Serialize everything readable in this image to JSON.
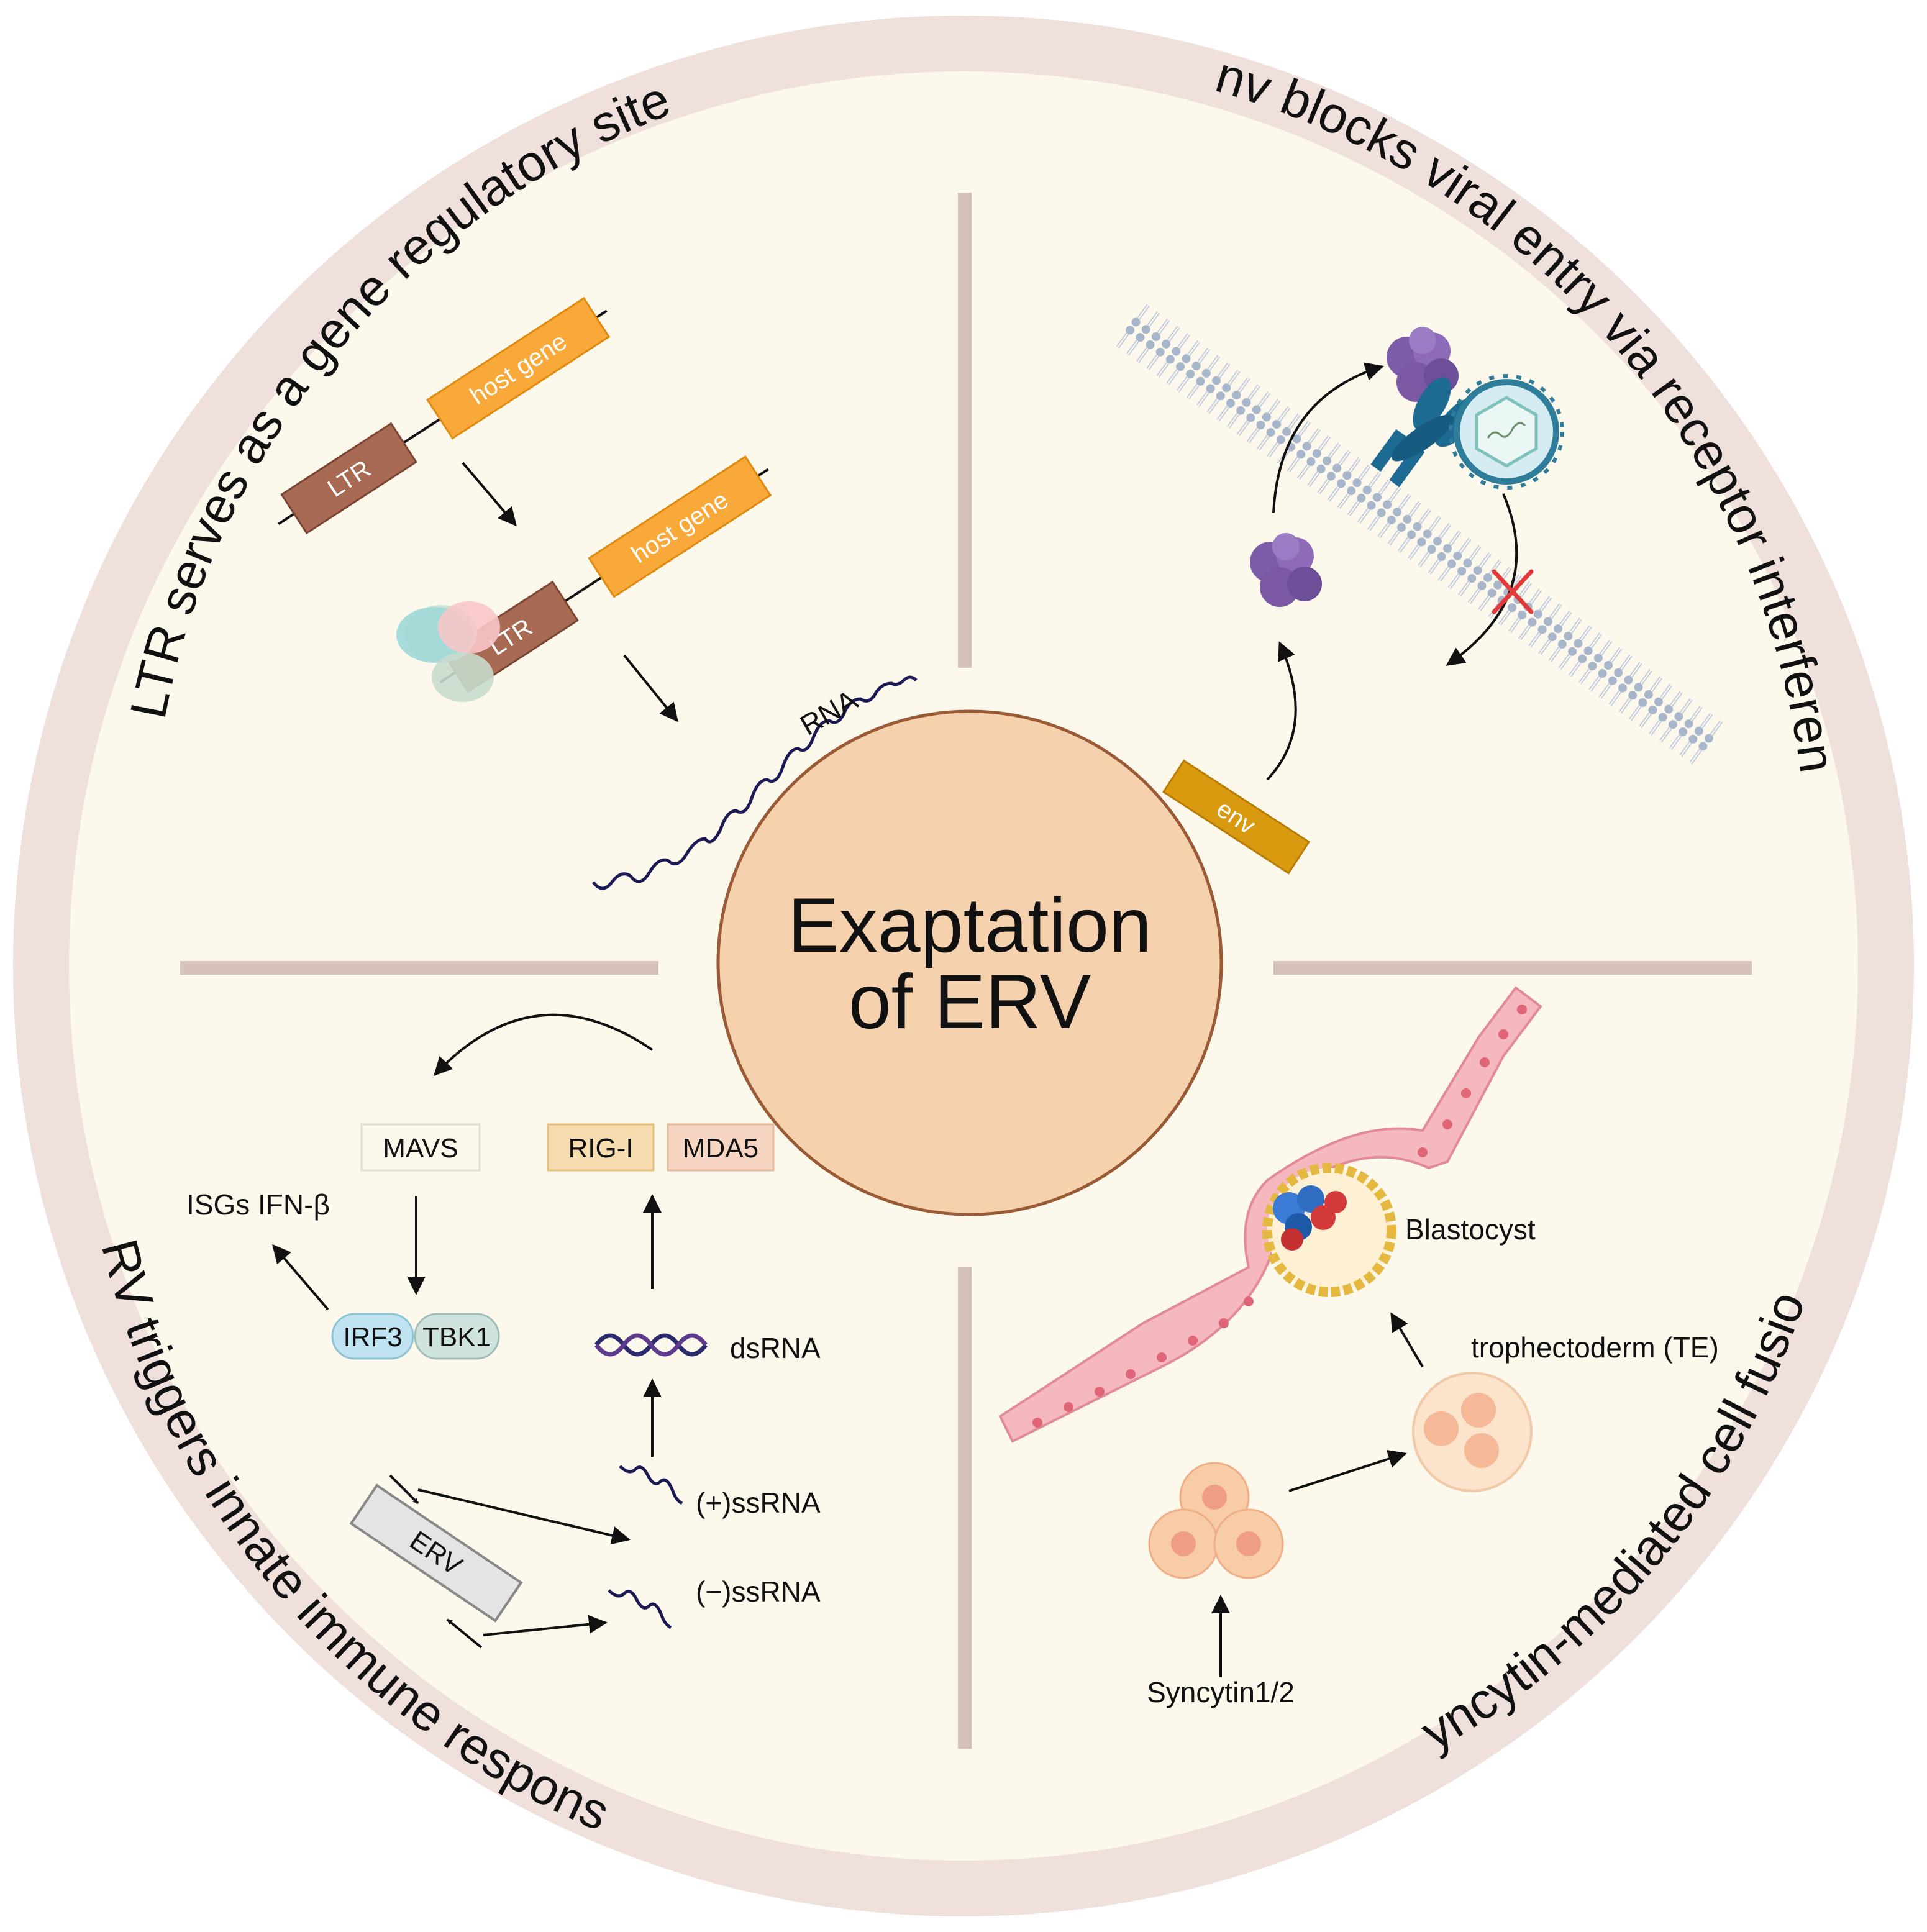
{
  "center": {
    "line1": "Exaptation",
    "line2": "of ERV"
  },
  "quadrants": {
    "top_left": {
      "title": "LTR serves as a gene regulatory site",
      "ltr_label": "LTR",
      "host_gene_label": "host gene",
      "rna_label": "RNA"
    },
    "top_right": {
      "title": "Env blocks viral entry via receptor interference",
      "env_label": "env"
    },
    "bottom_left": {
      "title": "ERV triggers innate immune response",
      "mavs": "MAVS",
      "rig_i": "RIG-I",
      "mda5": "MDA5",
      "isgs": "ISGs IFN-β",
      "irf3": "IRF3",
      "tbk1": "TBK1",
      "dsrna": "dsRNA",
      "plus_ssrna": "(+)ssRNA",
      "minus_ssrna": "(−)ssRNA",
      "erv": "ERV"
    },
    "bottom_right": {
      "title": "Syncytin-mediated cell fusion",
      "blastocyst": "Blastocyst",
      "trophectoderm": "trophectoderm (TE)",
      "syncytin": "Syncytin1/2"
    }
  },
  "colors": {
    "outer_ring": "#efe0dc",
    "disc": "#fdf8ec",
    "divider": "#d5c0ba",
    "center_fill": "#f5d1ad",
    "center_stroke": "#9a5a35",
    "ltr": "#a86a52",
    "host_gene": "#f9a93a",
    "env": "#d99a10",
    "rna": "#1c1a55",
    "membrane": "#a4b3c9",
    "protein": "#7c5ba8",
    "receptor": "#1d6b93",
    "inhibit_cross": "#e03a3a",
    "irf3": "#bfe3f0",
    "tbk1": "#cfe3df",
    "rig_i": "#f6dcae",
    "mda5": "#f6d6c2",
    "epithelium": "#f5b8bf",
    "cell": "#f8cca7"
  },
  "icons": [
    "transcription-factor-complex-icon",
    "env-protein-icon",
    "receptor-icon",
    "virus-icon",
    "inhibition-cross-icon",
    "dsrna-helix-icon",
    "ssrna-icon",
    "blastocyst-icon",
    "trophectoderm-cell-icon",
    "stem-cells-icon",
    "uterine-epithelium-icon"
  ]
}
